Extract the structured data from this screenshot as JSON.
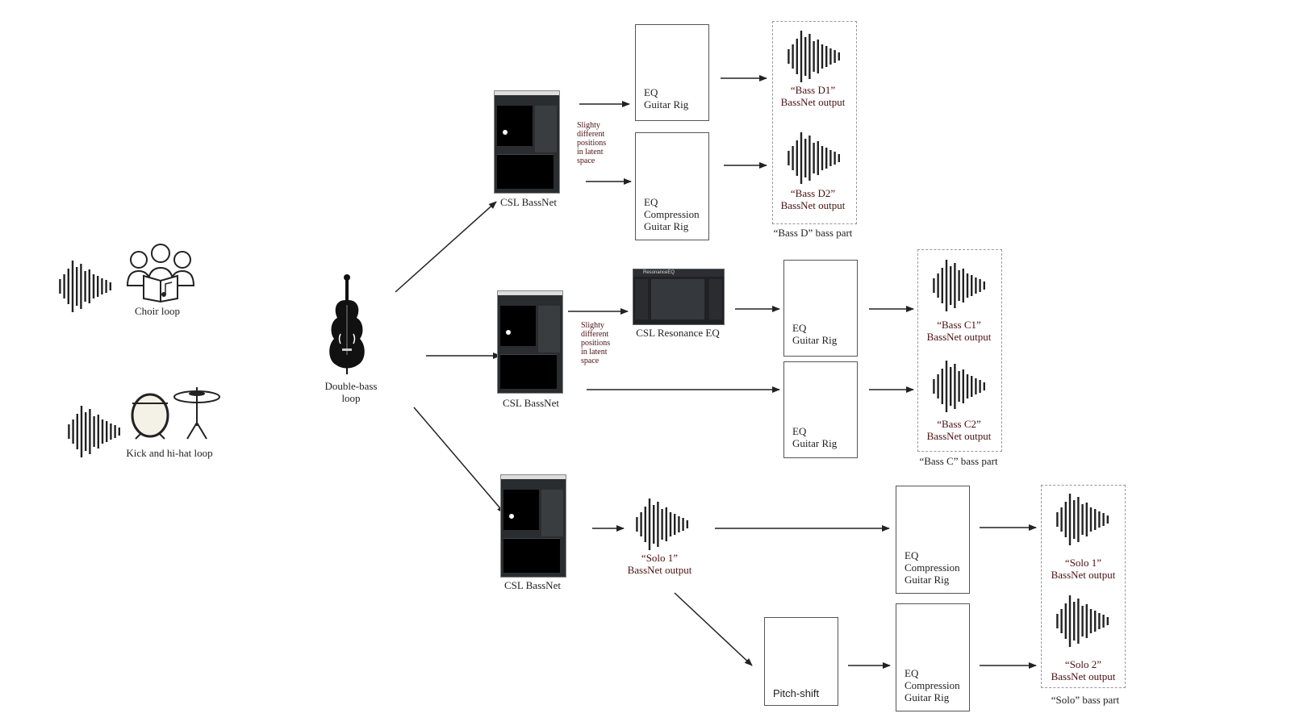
{
  "inputs": {
    "choir_label": "Choir loop",
    "drums_label": "Kick and hi-hat loop",
    "bass_label_line1": "Double-bass",
    "bass_label_line2": "loop"
  },
  "branch_top": {
    "bassnet_label": "CSL BassNet",
    "note_lines": [
      "Slighty",
      "different",
      "positions",
      "in latent",
      "space"
    ],
    "fx1_lines": [
      "EQ",
      "Guitar Rig"
    ],
    "fx2_lines": [
      "EQ",
      "Compression",
      "Guitar Rig"
    ],
    "out1_lines": [
      "“Bass D1”",
      "BassNet output"
    ],
    "out2_lines": [
      "“Bass D2”",
      "BassNet output"
    ],
    "group_label": "“Bass D” bass part"
  },
  "branch_mid": {
    "bassnet_label": "CSL BassNet",
    "note_lines": [
      "Slighty",
      "different",
      "positions",
      "in latent",
      "space"
    ],
    "reso_label": "CSL Resonance EQ",
    "reso_title": "ResonanceEQ",
    "fx1_lines": [
      "EQ",
      "Guitar Rig"
    ],
    "fx2_lines": [
      "EQ",
      "Guitar Rig"
    ],
    "out1_lines": [
      "“Bass C1”",
      "BassNet output"
    ],
    "out2_lines": [
      "“Bass C2”",
      "BassNet output"
    ],
    "group_label": "“Bass C” bass part"
  },
  "branch_bot": {
    "bassnet_label": "CSL BassNet",
    "solo_lines": [
      "“Solo 1”",
      "BassNet output"
    ],
    "fx1_lines": [
      "EQ",
      "Compression",
      "Guitar Rig"
    ],
    "pitch_label": "Pitch-shift",
    "fx2_lines": [
      "EQ",
      "Compression",
      "Guitar Rig"
    ],
    "out1_lines": [
      "“Solo 1”",
      "BassNet output"
    ],
    "out2_lines": [
      "“Solo 2”",
      "BassNet output"
    ],
    "group_label": "“Solo” bass part"
  },
  "colors": {
    "ink": "#222222",
    "label_dark": "#4a1010",
    "ui_bg": "#2a2d30",
    "dashed": "#999999"
  }
}
